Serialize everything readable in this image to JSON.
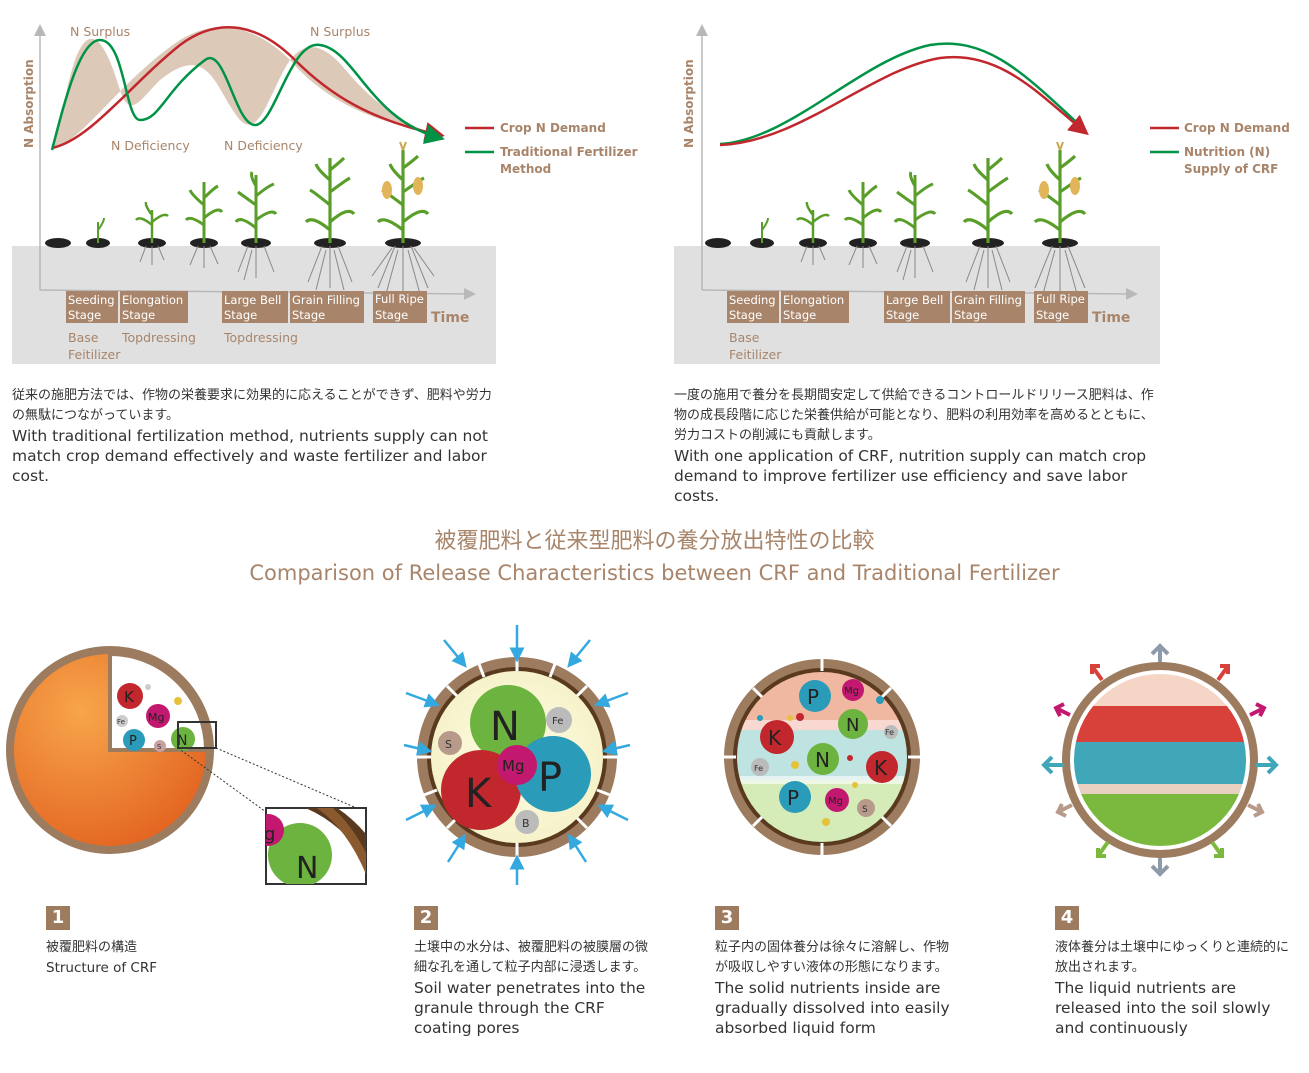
{
  "left_chart": {
    "y_axis_label": "N Absorption",
    "x_axis_label": "Time",
    "annotations": {
      "surplus_1": "N Surplus",
      "surplus_2": "N Surplus",
      "deficiency_1": "N Deficiency",
      "deficiency_2": "N Deficiency"
    },
    "legend": {
      "red": "Crop N Demand",
      "green_line1": "Traditional Fertilizer",
      "green_line2": "Method"
    },
    "stages": [
      {
        "line1": "Seeding",
        "line2": "Stage"
      },
      {
        "line1": "Elongation",
        "line2": "Stage"
      },
      {
        "line1": "Large Bell",
        "line2": "Stage"
      },
      {
        "line1": "Grain Filling",
        "line2": "Stage"
      },
      {
        "line1": "Full Ripe",
        "line2": "Stage"
      }
    ],
    "applications": {
      "base_line1": "Base",
      "base_line2": "Feitilizer",
      "topdress_1": "Topdressing",
      "topdress_2": "Topdressing"
    },
    "colors": {
      "demand": "#c1272d",
      "supply": "#009245",
      "fill": "#d8c3b0",
      "stage_box": "#a8856a",
      "ground": "#e0e0e0"
    }
  },
  "right_chart": {
    "y_axis_label": "N Absorption",
    "x_axis_label": "Time",
    "legend": {
      "red": "Crop N Demand",
      "green_line1": "Nutrition (N)",
      "green_line2": "Supply of CRF"
    },
    "stages": [
      {
        "line1": "Seeding",
        "line2": "Stage"
      },
      {
        "line1": "Elongation",
        "line2": "Stage"
      },
      {
        "line1": "Large Bell",
        "line2": "Stage"
      },
      {
        "line1": "Grain Filling",
        "line2": "Stage"
      },
      {
        "line1": "Full Ripe",
        "line2": "Stage"
      }
    ],
    "applications": {
      "base_line1": "Base",
      "base_line2": "Feitilizer"
    }
  },
  "left_desc": {
    "ja": "従来の施肥方法では、作物の栄養要求に効果的に応えることができず、肥料や労力の無駄につながっています。",
    "en": "With traditional fertilization method, nutrients supply can not match crop demand effectively and waste fertilizer and labor cost."
  },
  "right_desc": {
    "ja": "一度の施用で養分を長期間安定して供給できるコントロールドリリース肥料は、作物の成長段階に応じた栄養供給が可能となり、肥料の利用効率を高めるとともに、労力コストの削減にも貢献します。",
    "en": "With one application of CRF, nutrition supply can match crop demand to improve fertilizer use efficiency and save labor costs."
  },
  "section": {
    "title_ja": "被覆肥料と従来型肥料の養分放出特性の比較",
    "title_en": "Comparison of Release Characteristics between CRF and Traditional Fertilizer"
  },
  "steps": [
    {
      "num": "1",
      "ja": "被覆肥料の構造",
      "en": "Structure of CRF"
    },
    {
      "num": "2",
      "ja": "土壌中の水分は、被覆肥料の被膜層の微細な孔を通して粒子内部に浸透します。",
      "en": "Soil water penetrates into the granule through the CRF coating pores"
    },
    {
      "num": "3",
      "ja": "粒子内の固体養分は徐々に溶解し、作物が吸収しやすい液体の形態になります。",
      "en": "The solid nutrients inside are gradually dissolved into easily absorbed liquid form"
    },
    {
      "num": "4",
      "ja": "液体養分は土壌中にゆっくりと連続的に放出されます。",
      "en": "The liquid nutrients are released into the soil slowly and continuously"
    }
  ],
  "nutrients": {
    "n": "N",
    "p": "P",
    "k": "K",
    "mg": "Mg",
    "fe": "Fe",
    "s": "S",
    "b": "B",
    "g": "g"
  }
}
